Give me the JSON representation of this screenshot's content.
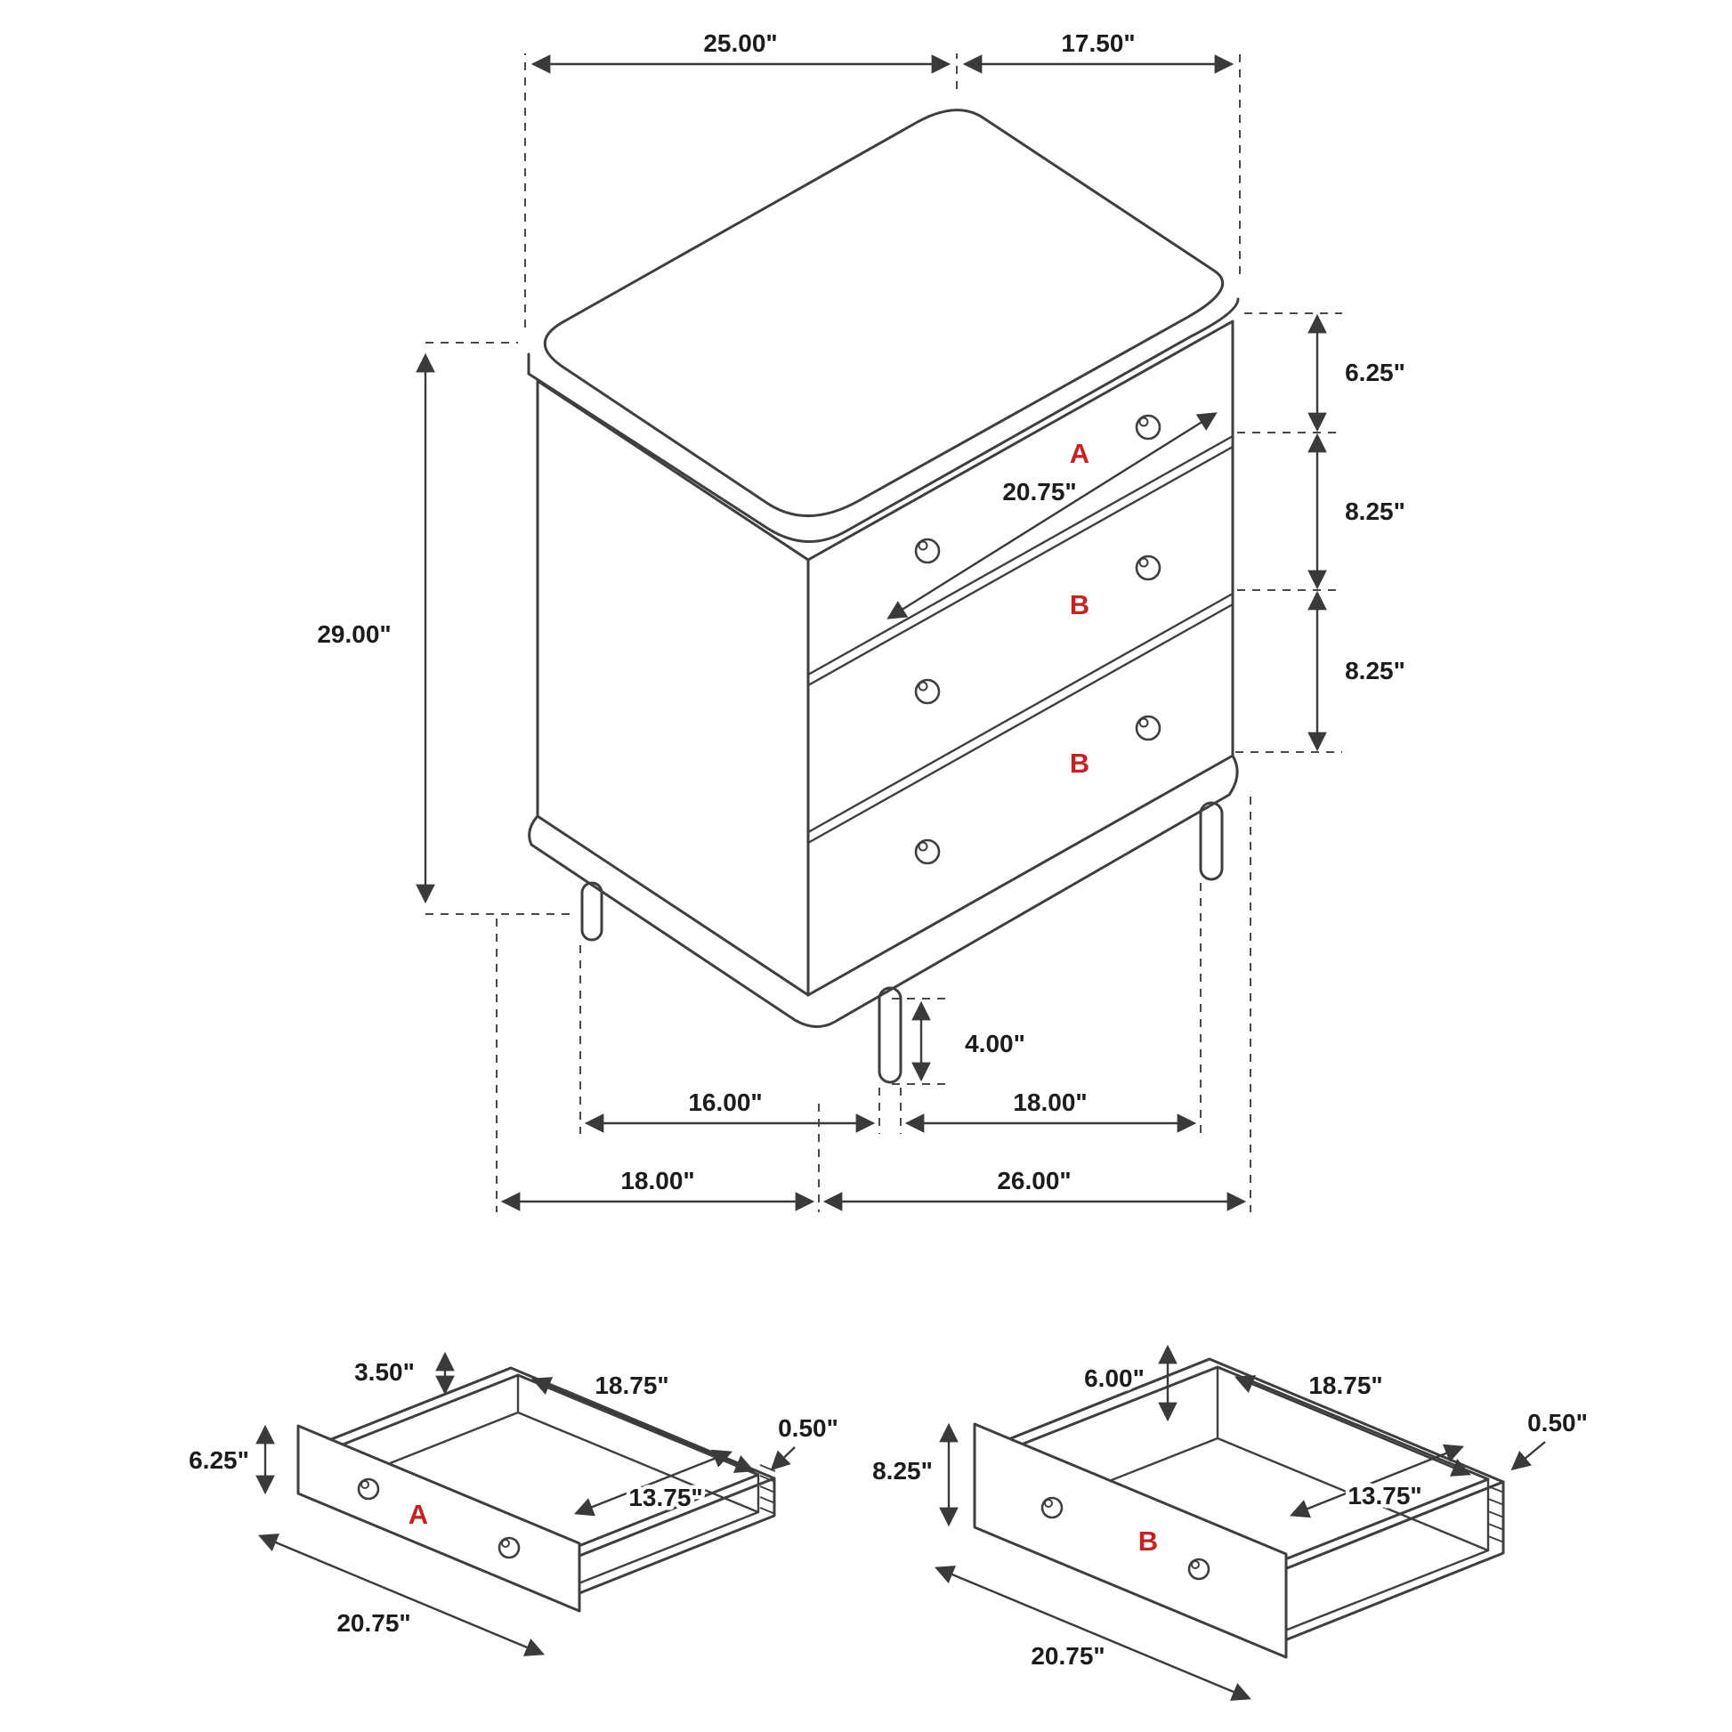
{
  "main_view": {
    "top_width": "25.00\"",
    "top_depth": "17.50\"",
    "overall_height": "29.00\"",
    "top_drawer_height": "6.25\"",
    "middle_drawer_height": "8.25\"",
    "bottom_drawer_height": "8.25\"",
    "drawer_front_width": "20.75\"",
    "leg_height": "4.00\"",
    "leg_spacing_front": "16.00\"",
    "leg_spacing_side": "18.00\"",
    "base_depth": "18.00\"",
    "base_width": "26.00\"",
    "labels": {
      "top_drawer": "A",
      "middle_drawer": "B",
      "bottom_drawer": "B"
    }
  },
  "drawer_a": {
    "label": "A",
    "box_inner_height": "3.50\"",
    "inner_width": "18.75\"",
    "wall_thickness": "0.50\"",
    "front_height": "6.25\"",
    "inner_depth": "13.75\"",
    "front_width": "20.75\""
  },
  "drawer_b": {
    "label": "B",
    "box_inner_height": "6.00\"",
    "inner_width": "18.75\"",
    "wall_thickness": "0.50\"",
    "front_height": "8.25\"",
    "inner_depth": "13.75\"",
    "front_width": "20.75\""
  },
  "colors": {
    "line": "#3f3f3f",
    "label_red": "#c62222",
    "background": "#ffffff"
  }
}
